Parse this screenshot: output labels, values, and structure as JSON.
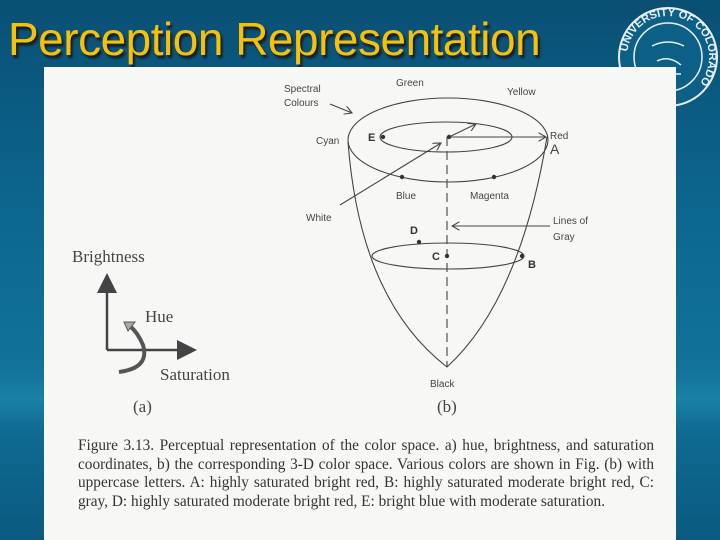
{
  "slide": {
    "title": "Perception Representation",
    "title_color": "#f4c20d",
    "logo_text": "UNIVERSITY OF COLORADO"
  },
  "figure": {
    "a": {
      "brightness": "Brightness",
      "hue": "Hue",
      "saturation": "Saturation",
      "label": "(a)"
    },
    "b": {
      "green": "Green",
      "yellow": "Yellow",
      "spectral_1": "Spectral",
      "spectral_2": "Colours",
      "cyan": "Cyan",
      "red": "Red",
      "blue": "Blue",
      "magenta": "Magenta",
      "white": "White",
      "lines_of_1": "Lines of",
      "lines_of_2": "Gray",
      "black": "Black",
      "point_a": "A",
      "point_b": "B",
      "point_c": "C",
      "point_d": "D",
      "point_e": "E",
      "label": "(b)"
    },
    "caption": "Figure 3.13. Perceptual representation of the color space. a) hue, brightness, and saturation coordinates, b) the corresponding 3-D color space. Various colors are shown in Fig. (b) with uppercase letters. A: highly saturated bright red, B: highly saturated moderate bright red, C: gray, D: highly saturated moderate bright red, E: bright blue with moderate saturation."
  }
}
